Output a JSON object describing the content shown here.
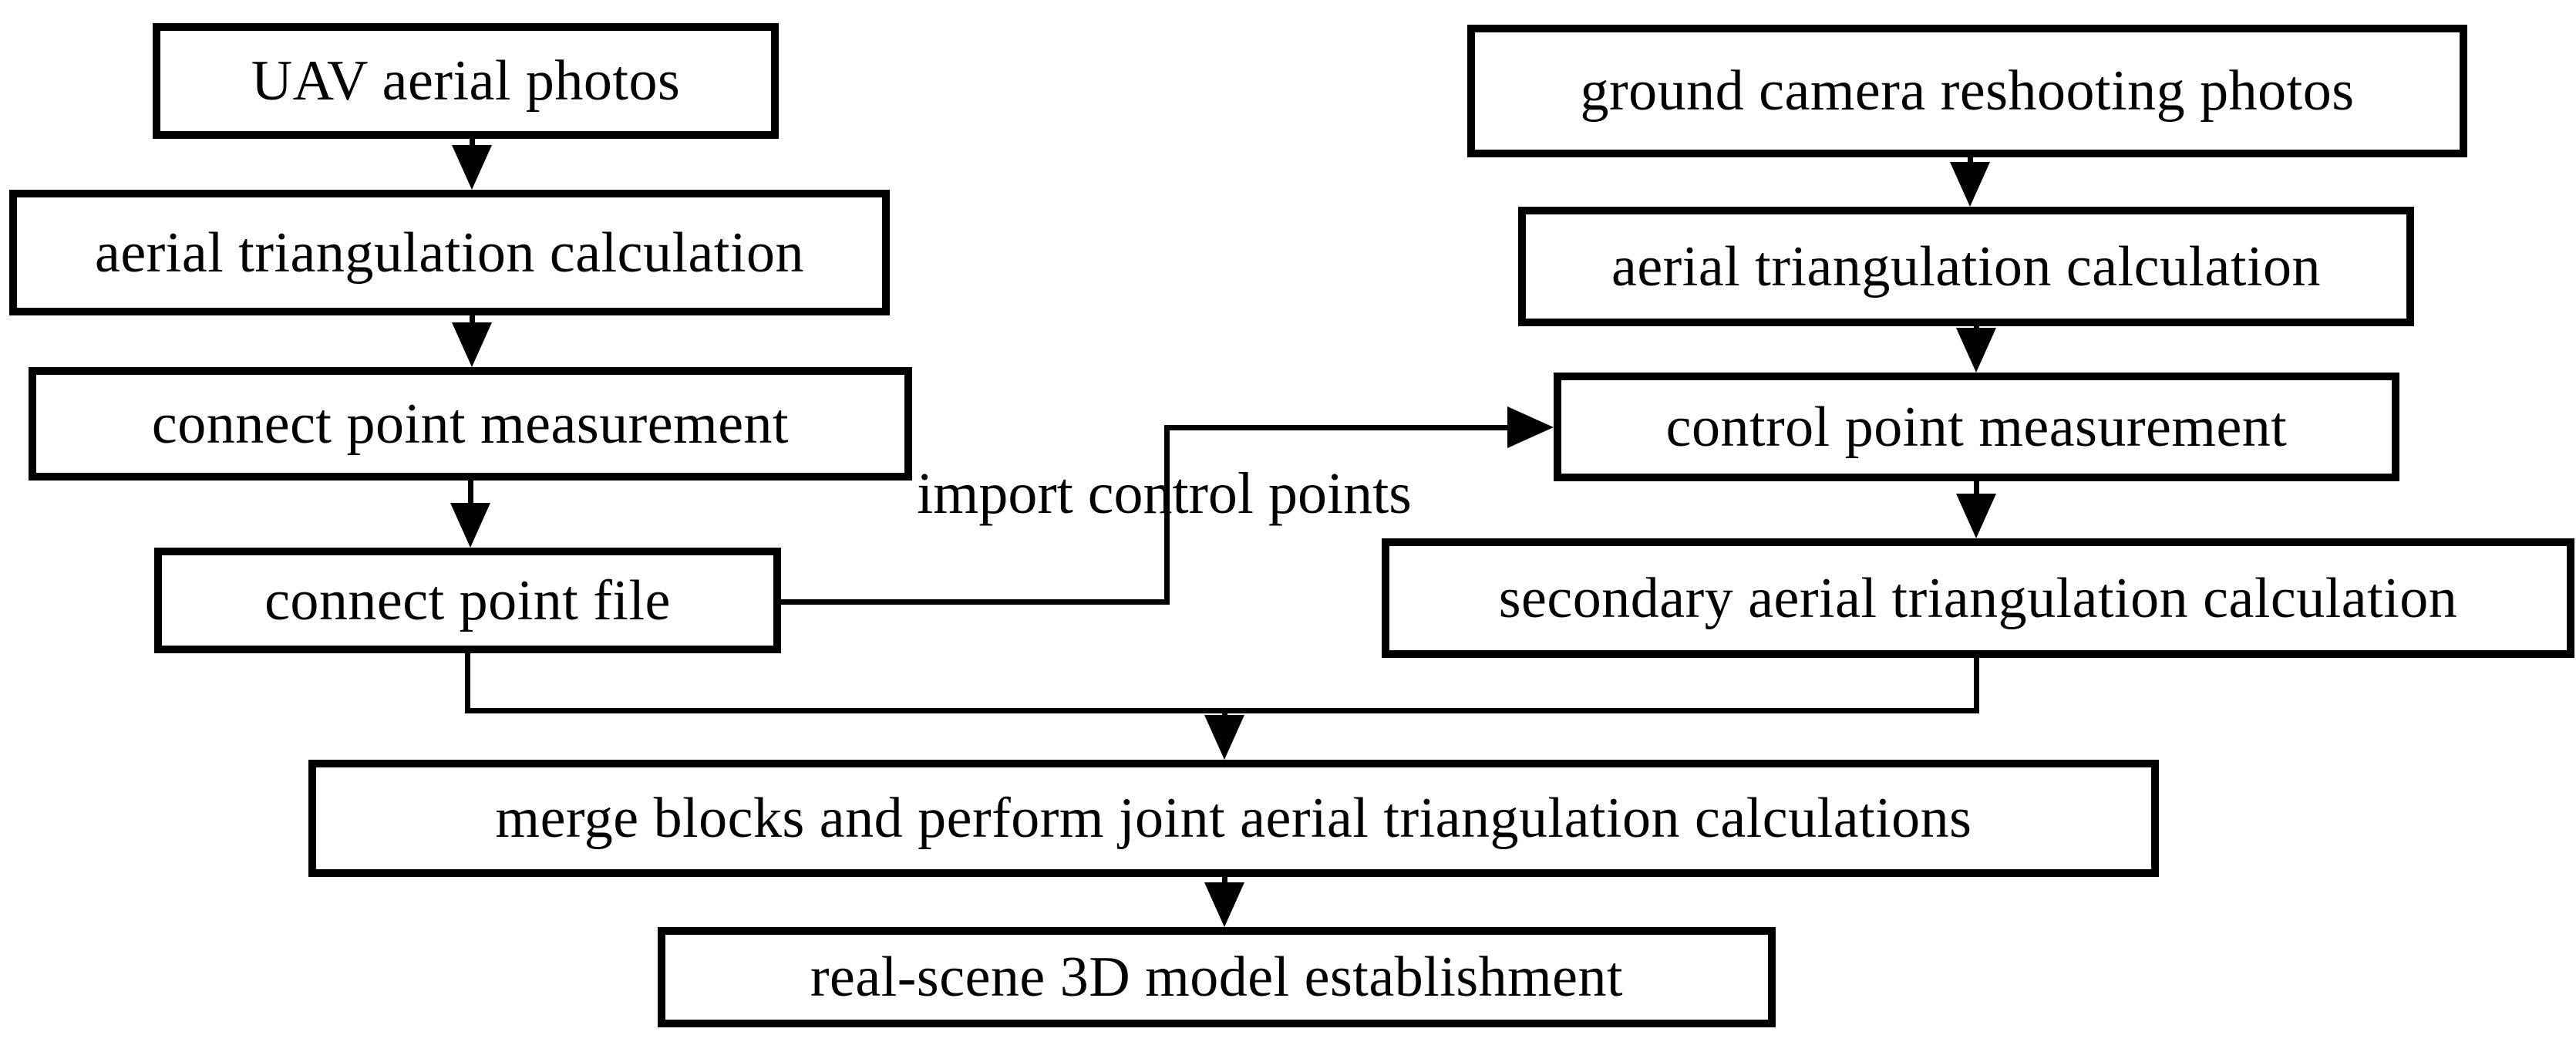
{
  "diagram": {
    "colors": {
      "background": "#ffffff",
      "stroke": "#000000",
      "node_fill": "#ffffff",
      "text": "#000000"
    },
    "nodes": {
      "uav_aerial_photos": {
        "label": "UAV aerial photos"
      },
      "aerial_triangulation_left": {
        "label": "aerial triangulation calculation"
      },
      "connect_point_measurement": {
        "label": "connect point measurement"
      },
      "connect_point_file": {
        "label": "connect point file"
      },
      "ground_camera_reshooting_photos": {
        "label": "ground camera reshooting photos"
      },
      "aerial_triangulation_right": {
        "label": "aerial triangulation calculation"
      },
      "control_point_measurement": {
        "label": "control point measurement"
      },
      "secondary_aerial_triangulation": {
        "label": "secondary aerial triangulation calculation"
      },
      "merge_blocks": {
        "label": "merge blocks and perform joint aerial triangulation calculations"
      },
      "real_scene_model": {
        "label": "real-scene 3D model establishment"
      }
    },
    "edge_labels": {
      "import_control_points": "import control points"
    }
  }
}
